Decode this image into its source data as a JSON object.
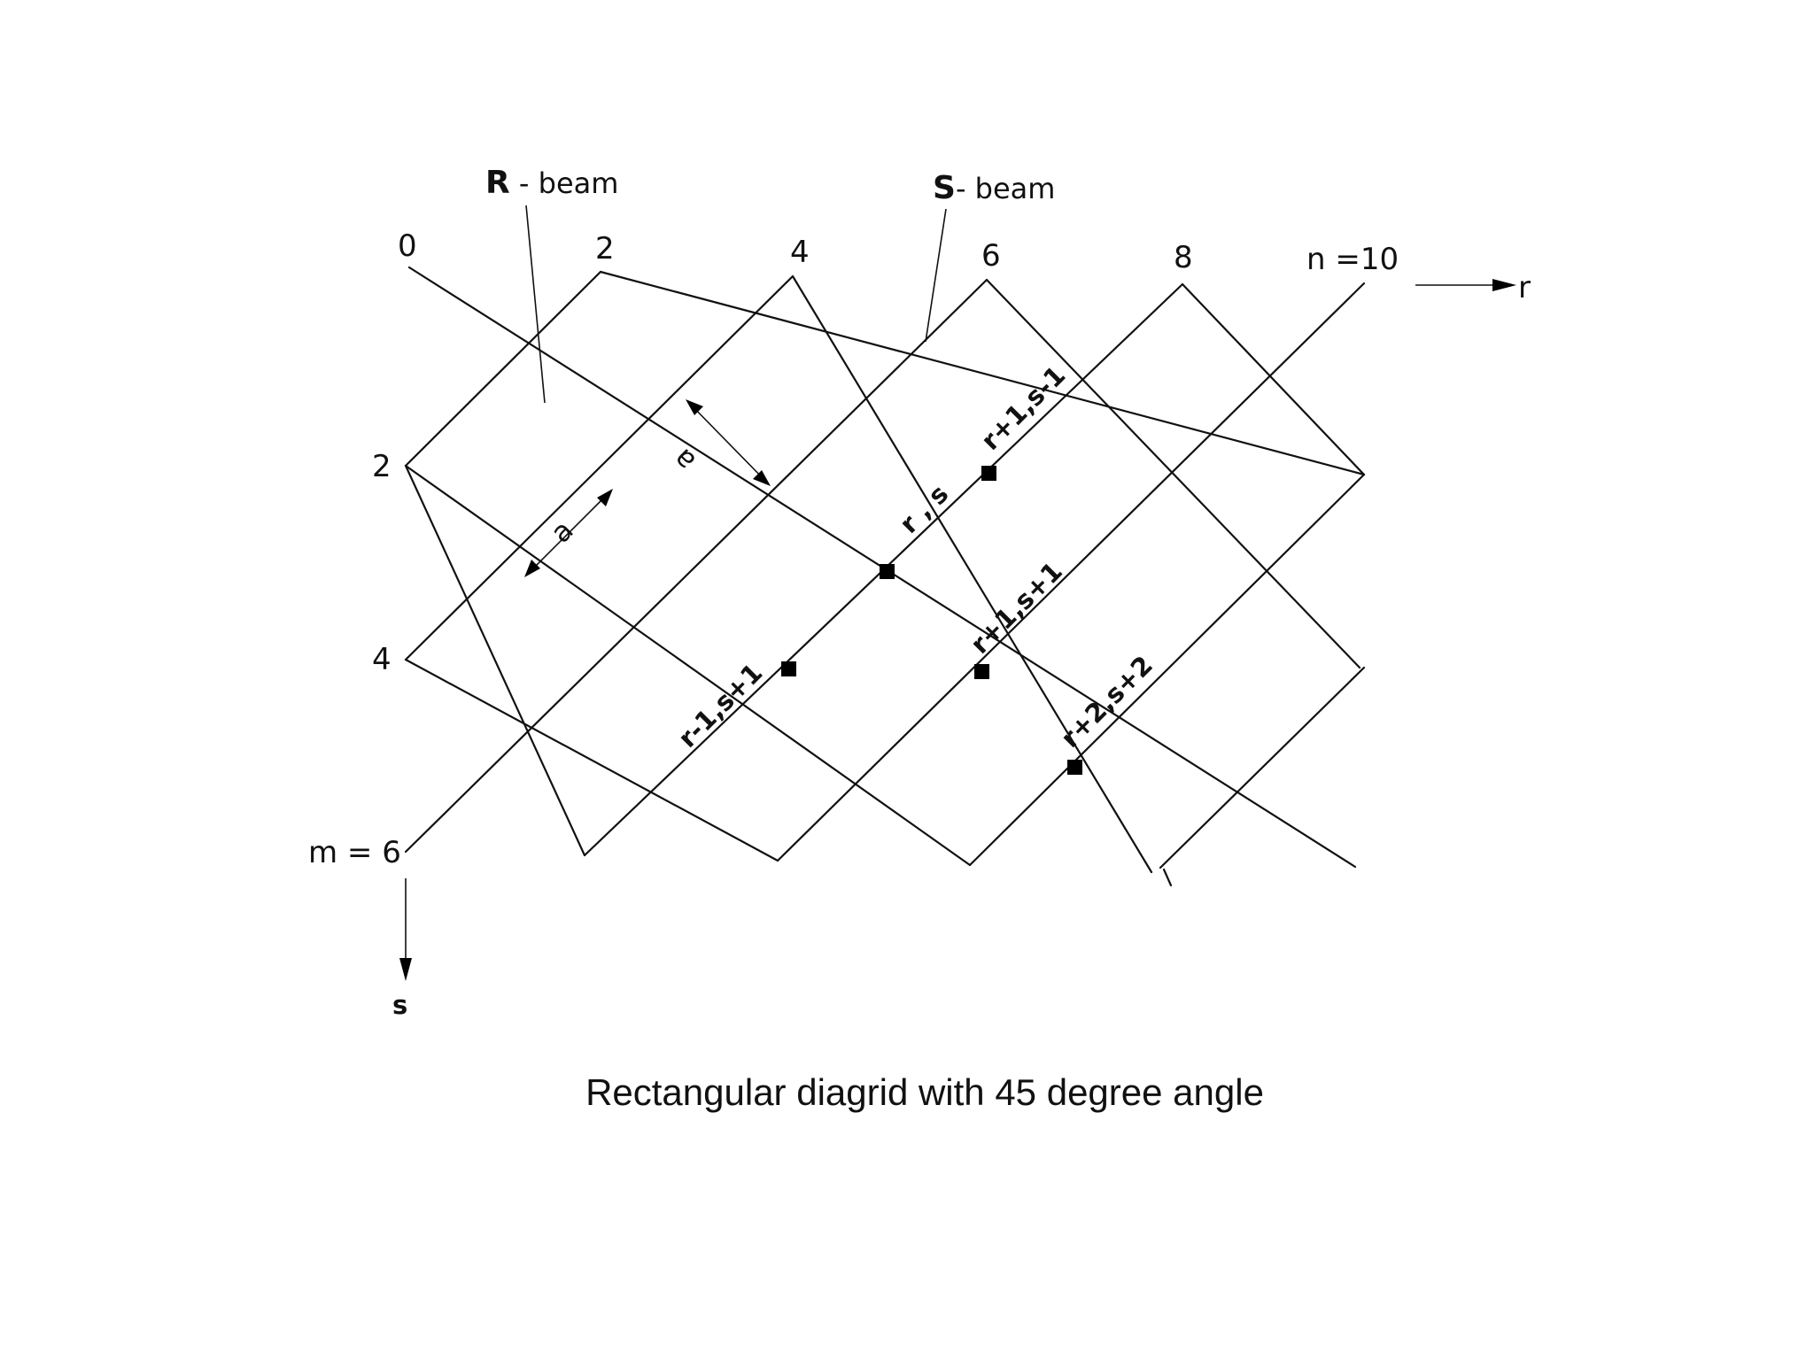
{
  "diagram": {
    "r_beam_label_letter": "R",
    "r_beam_label_rest": " - beam",
    "s_beam_label_letter": "S",
    "s_beam_label_rest": "- beam",
    "top_axis": [
      "0",
      "2",
      "4",
      "6",
      "8",
      "n =10"
    ],
    "left_axis": [
      "2",
      "4",
      "m = 6"
    ],
    "r_direction_label": "r",
    "s_direction_label": "s",
    "spacing_label": "a",
    "node_labels": {
      "r_s": "r , s",
      "r1_s_minus1": "r+1,s-1",
      "r1_s1": "r+1,s+1",
      "r_minus1_s1": "r-1,s+1",
      "r2_s2": "r+2,s+2"
    }
  },
  "caption": "Rectangular diagrid with 45 degree angle"
}
